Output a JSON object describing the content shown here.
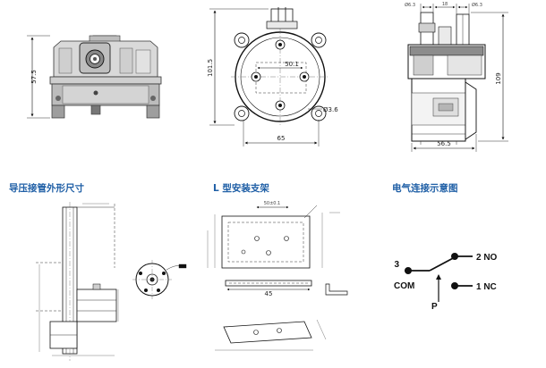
{
  "front_view": {
    "dim_height": "57.5"
  },
  "top_view": {
    "dim_height": "101.5",
    "dim_hole_spacing": "50.1",
    "dim_hole": "Ø3.6",
    "dim_width": "65"
  },
  "side_view": {
    "dim_top_left": "Ø6.3",
    "dim_top_mid": "18",
    "dim_top_right": "Ø6.3",
    "dim_height": "109",
    "dim_width": "56.5"
  },
  "sections": {
    "pipe_adapter": {
      "title": "导压接管外形尺寸"
    },
    "l_bracket": {
      "title": "L 型安装支架"
    },
    "wiring": {
      "title": "电气连接示意图"
    }
  },
  "l_bracket": {
    "dim_top": "50±0.1",
    "dim_bottom": "45"
  },
  "wiring": {
    "terminal_3": "3",
    "com_label": "COM",
    "terminal_2": "2 NO",
    "terminal_1": "1 NC",
    "pressure_label": "P"
  }
}
